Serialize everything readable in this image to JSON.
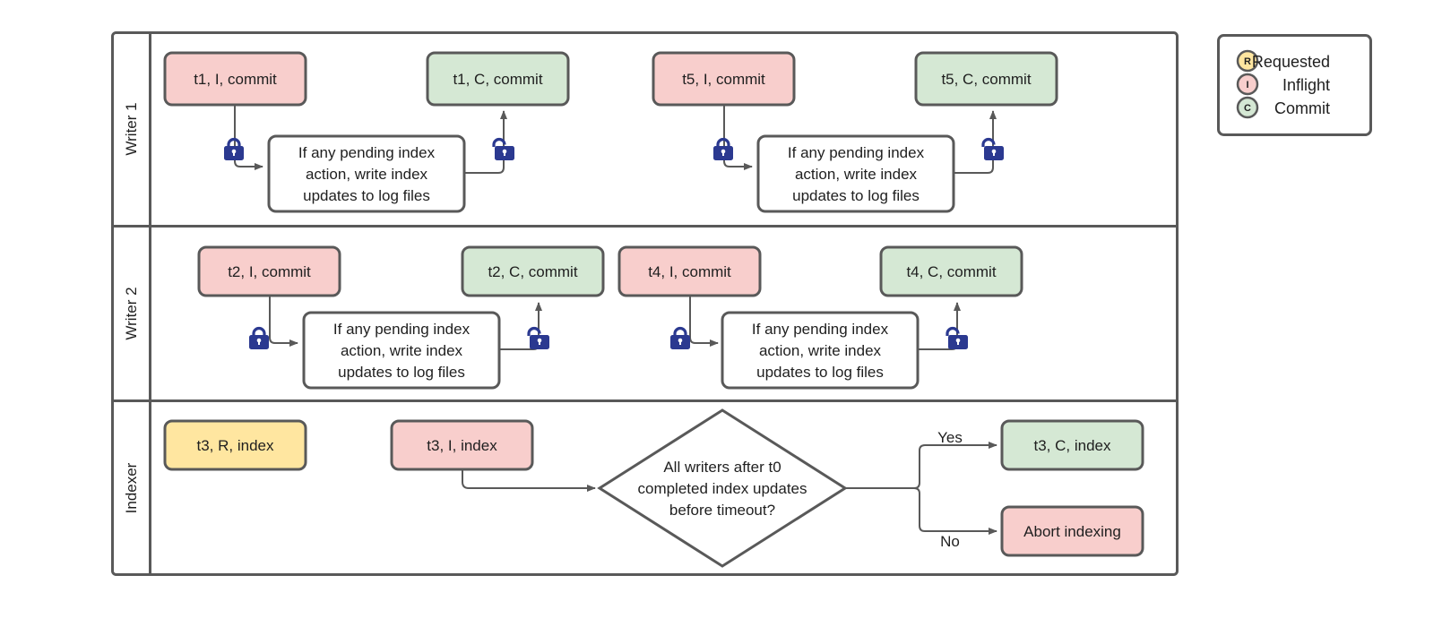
{
  "diagram": {
    "title": "Writer/Indexer lock coordination swimlane flowchart",
    "colors": {
      "inflight_fill": "#f8cecc",
      "commit_fill": "#d5e8d4",
      "requested_fill": "#ffe6a0",
      "note_fill": "#ffffff",
      "stroke": "#595959",
      "lock_color": "#2b3990",
      "text": "#1f1f1f",
      "lane_border": "#595959"
    },
    "note_text_lines": [
      "If any pending index",
      "action, write index",
      "updates to log files"
    ]
  },
  "lanes": [
    {
      "id": "writer-1",
      "label": "Writer 1",
      "boxes": [
        {
          "id": "t1-i",
          "label": "t1, I, commit",
          "state": "inflight"
        },
        {
          "id": "t1-c",
          "label": "t1, C, commit",
          "state": "commit"
        },
        {
          "id": "t5-i",
          "label": "t5, I, commit",
          "state": "inflight"
        },
        {
          "id": "t5-c",
          "label": "t5, C, commit",
          "state": "commit"
        }
      ],
      "notes": [
        {
          "id": "note-w1-a",
          "lines": [
            "If any pending index",
            "action, write index",
            "updates to log files"
          ]
        },
        {
          "id": "note-w1-b",
          "lines": [
            "If any pending index",
            "action, write index",
            "updates to log files"
          ]
        }
      ],
      "locks": [
        {
          "id": "lock-w1-acquire-1",
          "kind": "locked"
        },
        {
          "id": "lock-w1-release-1",
          "kind": "unlocked"
        },
        {
          "id": "lock-w1-acquire-2",
          "kind": "locked"
        },
        {
          "id": "lock-w1-release-2",
          "kind": "unlocked"
        }
      ]
    },
    {
      "id": "writer-2",
      "label": "Writer 2",
      "boxes": [
        {
          "id": "t2-i",
          "label": "t2, I, commit",
          "state": "inflight"
        },
        {
          "id": "t2-c",
          "label": "t2, C, commit",
          "state": "commit"
        },
        {
          "id": "t4-i",
          "label": "t4, I, commit",
          "state": "inflight"
        },
        {
          "id": "t4-c",
          "label": "t4, C, commit",
          "state": "commit"
        }
      ],
      "notes": [
        {
          "id": "note-w2-a",
          "lines": [
            "If any pending index",
            "action, write index",
            "updates to log files"
          ]
        },
        {
          "id": "note-w2-b",
          "lines": [
            "If any pending index",
            "action, write index",
            "updates to log files"
          ]
        }
      ],
      "locks": [
        {
          "id": "lock-w2-acquire-1",
          "kind": "locked"
        },
        {
          "id": "lock-w2-release-1",
          "kind": "unlocked"
        },
        {
          "id": "lock-w2-acquire-2",
          "kind": "locked"
        },
        {
          "id": "lock-w2-release-2",
          "kind": "unlocked"
        }
      ]
    },
    {
      "id": "indexer",
      "label": "Indexer",
      "boxes": [
        {
          "id": "t3-r",
          "label": "t3, R, index",
          "state": "requested"
        },
        {
          "id": "t3-i",
          "label": "t3, I, index",
          "state": "inflight"
        },
        {
          "id": "t3-c",
          "label": "t3, C, index",
          "state": "commit"
        },
        {
          "id": "abort",
          "label": "Abort indexing",
          "state": "inflight"
        }
      ],
      "decision": {
        "id": "timeout-decision",
        "lines": [
          "All writers after t0",
          "completed index updates",
          "before timeout?"
        ]
      },
      "edge_labels": [
        {
          "id": "edge-yes",
          "label": "Yes"
        },
        {
          "id": "edge-no",
          "label": "No"
        }
      ]
    }
  ],
  "legend": {
    "id": "state-legend",
    "items": [
      {
        "id": "legend-requested",
        "badge": "R",
        "label": "Requested",
        "color": "#ffe6a0"
      },
      {
        "id": "legend-inflight",
        "badge": "I",
        "label": "Inflight",
        "color": "#f8cecc"
      },
      {
        "id": "legend-commit",
        "badge": "C",
        "label": "Commit",
        "color": "#d5e8d4"
      }
    ]
  }
}
